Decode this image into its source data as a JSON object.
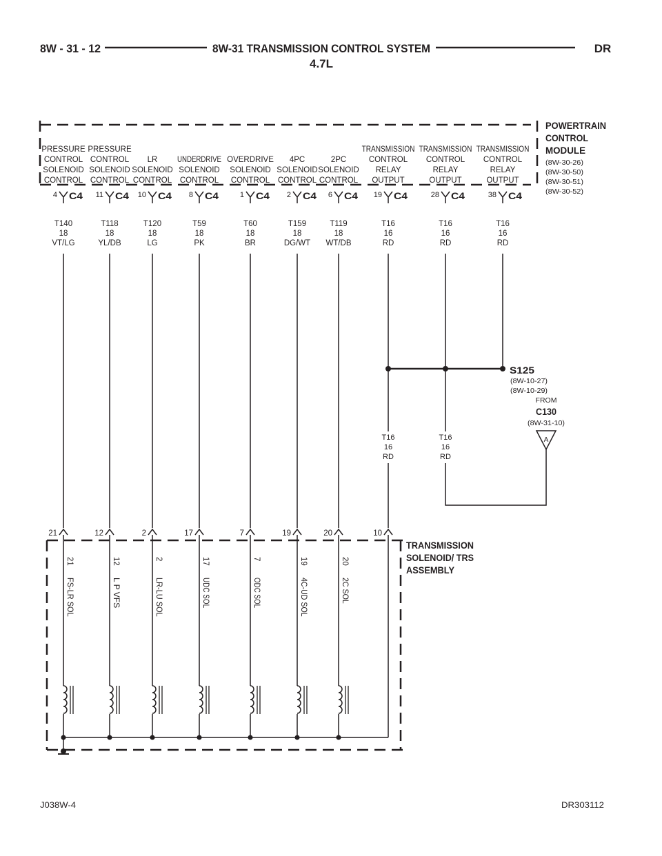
{
  "header": {
    "page_code": "8W - 31 - 12",
    "title_line1": "8W-31 TRANSMISSION CONTROL SYSTEM",
    "title_line2": "4.7L",
    "model_code": "DR"
  },
  "pcm": {
    "name_lines": [
      "POWERTRAIN",
      "CONTROL",
      "MODULE"
    ],
    "refs": [
      "(8W-30-26)",
      "(8W-30-50)",
      "(8W-30-51)",
      "(8W-30-52)"
    ],
    "pins": [
      {
        "label": [
          "PRESSURE",
          "CONTROL",
          "SOLENOID",
          "CONTROL"
        ],
        "pin": "4",
        "connector": "C4",
        "circuit": "T140",
        "gauge": "18",
        "color": "VT/LG"
      },
      {
        "label": [
          "PRESSURE",
          "CONTROL",
          "SOLENOID",
          "CONTROL"
        ],
        "pin": "11",
        "connector": "C4",
        "circuit": "T118",
        "gauge": "18",
        "color": "YL/DB"
      },
      {
        "label": [
          "LR",
          "SOLENOID",
          "CONTROL"
        ],
        "pin": "10",
        "connector": "C4",
        "circuit": "T120",
        "gauge": "18",
        "color": "LG"
      },
      {
        "label": [
          "UNDERDRIVE",
          "SOLENOID",
          "CONTROL"
        ],
        "pin": "8",
        "connector": "C4",
        "circuit": "T59",
        "gauge": "18",
        "color": "PK"
      },
      {
        "label": [
          "OVERDRIVE",
          "SOLENOID",
          "CONTROL"
        ],
        "pin": "1",
        "connector": "C4",
        "circuit": "T60",
        "gauge": "18",
        "color": "BR"
      },
      {
        "label": [
          "4PC",
          "SOLENOID",
          "CONTROL"
        ],
        "pin": "2",
        "connector": "C4",
        "circuit": "T159",
        "gauge": "18",
        "color": "DG/WT"
      },
      {
        "label": [
          "2PC",
          "SOLENOID",
          "CONTROL"
        ],
        "pin": "6",
        "connector": "C4",
        "circuit": "T119",
        "gauge": "18",
        "color": "WT/DB"
      },
      {
        "label": [
          "TRANSMISSION",
          "CONTROL",
          "RELAY",
          "OUTPUT"
        ],
        "pin": "19",
        "connector": "C4",
        "circuit": "T16",
        "gauge": "16",
        "color": "RD"
      },
      {
        "label": [
          "TRANSMISSION",
          "CONTROL",
          "RELAY",
          "OUTPUT"
        ],
        "pin": "28",
        "connector": "C4",
        "circuit": "T16",
        "gauge": "16",
        "color": "RD"
      },
      {
        "label": [
          "TRANSMISSION",
          "CONTROL",
          "RELAY",
          "OUTPUT"
        ],
        "pin": "38",
        "connector": "C4",
        "circuit": "T16",
        "gauge": "16",
        "color": "RD"
      }
    ]
  },
  "splice": {
    "name": "S125",
    "refs": [
      "(8W-10-27)",
      "(8W-10-29)"
    ],
    "from_label": "FROM",
    "from_connector": "C130",
    "from_ref": "(8W-31-10)",
    "marker": "A"
  },
  "lower_wires": [
    {
      "circuit": "T16",
      "gauge": "16",
      "color": "RD"
    },
    {
      "circuit": "T16",
      "gauge": "16",
      "color": "RD"
    }
  ],
  "assembly": {
    "name_lines": [
      "TRANSMISSION",
      "SOLENOID/ TRS",
      "ASSEMBLY"
    ],
    "pins": [
      "21",
      "12",
      "2",
      "17",
      "7",
      "19",
      "20",
      "10"
    ],
    "solenoids": [
      {
        "pin": "21",
        "name": "FS-LR SOL"
      },
      {
        "pin": "12",
        "name": "L P VFS"
      },
      {
        "pin": "2",
        "name": "LR-LU SOL"
      },
      {
        "pin": "17",
        "name": "UDC SOL"
      },
      {
        "pin": "7",
        "name": "ODC SOL"
      },
      {
        "pin": "19",
        "name": "4C-UD SOL"
      },
      {
        "pin": "20",
        "name": "2C SOL"
      }
    ]
  },
  "footer": {
    "left_code": "J038W-4",
    "right_code": "DR303112"
  }
}
